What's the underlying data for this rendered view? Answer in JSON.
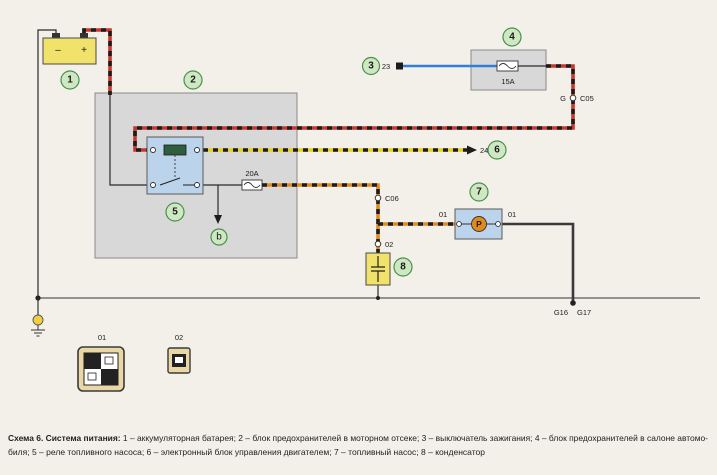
{
  "diagram": {
    "callouts": {
      "c1": "1",
      "c2": "2",
      "c3": "3",
      "c4": "4",
      "c5": "5",
      "c6": "6",
      "c7": "7",
      "c8": "8"
    },
    "battery": {
      "minus": "–",
      "plus": "+"
    },
    "fuses": {
      "engine_bay": "20A",
      "cabin": "15A"
    },
    "ignition_pin": "23",
    "ecu_pin": "24",
    "connector_c06": "C06",
    "connector_c05": "C05",
    "connector_g": "G",
    "pump_pin_left": "01",
    "pump_pin_right": "01",
    "condenser_pin": "02",
    "ground_g16": "G16",
    "ground_g17": "G17",
    "pump_symbol": "P",
    "relay_marker": "b",
    "connector_views": {
      "left_label": "01",
      "right_label": "02"
    }
  },
  "caption": {
    "title": "Схема 6. Система питания:",
    "line1": " 1 – аккумуляторная батарея; 2 – блок предохранителей в моторном отсеке; 3 – выключатель зажигания; 4 – блок предохранителей в салоне автомо-",
    "line2": "биля; 5 – реле топливного насоса; 6 – электронный блок управления двигателем; 7 – топливный насос; 8 – конденсатор"
  },
  "colors": {
    "paper": "#f3f0ea",
    "wire_red": "#c8372d",
    "wire_yellow": "#e6cf1f",
    "wire_orange": "#e08a1e",
    "wire_blue": "#2f7fd8",
    "block_gray": "#d8d8d8",
    "relay_blue": "#bcd3ec",
    "callout_green": "#cfe8c4"
  },
  "icons": [
    "battery-icon",
    "ground-icon",
    "fuse-icon",
    "fuel-pump-icon",
    "capacitor-icon",
    "connector-01-icon",
    "connector-02-icon"
  ]
}
